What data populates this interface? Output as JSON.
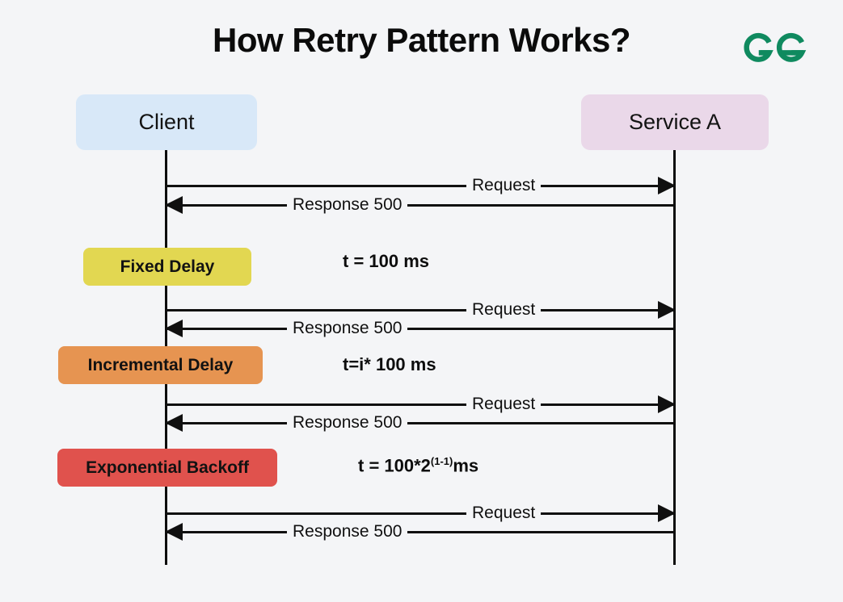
{
  "page": {
    "title": "How Retry Pattern Works?",
    "background_color": "#f4f5f7"
  },
  "brand": {
    "name": "geeksforgeeks-logo",
    "color": "#0f8a5f"
  },
  "participants": [
    {
      "id": "client",
      "label": "Client",
      "color": "#d8e8f8"
    },
    {
      "id": "service-a",
      "label": "Service A",
      "color": "#ead8e9"
    }
  ],
  "messages": [
    {
      "label": "Request",
      "direction": "to-right"
    },
    {
      "label": "Response 500",
      "direction": "to-left"
    },
    {
      "label": "Request",
      "direction": "to-right"
    },
    {
      "label": "Response 500",
      "direction": "to-left"
    },
    {
      "label": "Request",
      "direction": "to-right"
    },
    {
      "label": "Response 500",
      "direction": "to-left"
    },
    {
      "label": "Request",
      "direction": "to-right"
    },
    {
      "label": "Response 500",
      "direction": "to-left"
    }
  ],
  "delays": [
    {
      "id": "fixed",
      "label": "Fixed Delay",
      "color": "#e2d751",
      "formula_prefix": "t = 100 ms",
      "formula_sup": "",
      "formula_suffix": ""
    },
    {
      "id": "incremental",
      "label": "Incremental Delay",
      "color": "#e69451",
      "formula_prefix": "t=i* 100 ms",
      "formula_sup": "",
      "formula_suffix": ""
    },
    {
      "id": "exponential",
      "label": "Exponential Backoff",
      "color": "#e0524d",
      "formula_prefix": "t = 100*2",
      "formula_sup": "(1-1)",
      "formula_suffix": "ms"
    }
  ]
}
